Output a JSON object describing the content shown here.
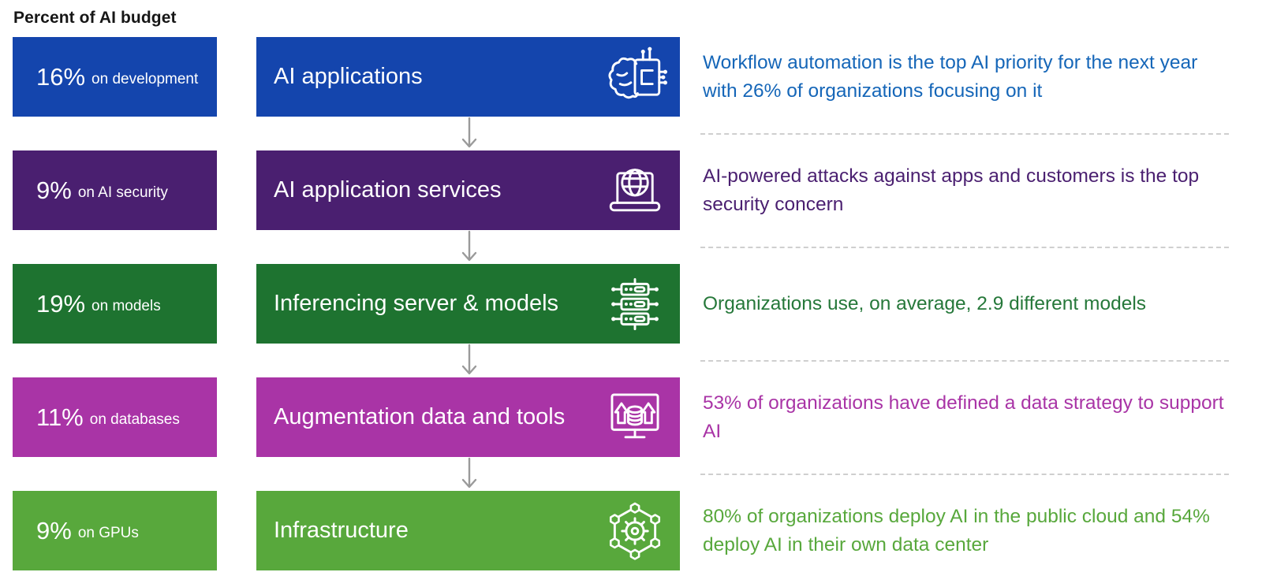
{
  "header": {
    "title": "Percent of AI budget"
  },
  "palette": {
    "arrow_gray": "#9a9a9a",
    "separator_gray": "#cfcfcf",
    "title_black": "#161616"
  },
  "rows": [
    {
      "percent": "16%",
      "percent_label": "on development",
      "layer_label": "AI applications",
      "icon": "brain-circuit-icon",
      "finding": "Workflow automation is the top AI priority for the next year with 26% of organizations focusing on it",
      "box_color": "#1445ad",
      "text_color": "#1566b8"
    },
    {
      "percent": "9%",
      "percent_label": "on AI security",
      "layer_label": "AI application services",
      "icon": "laptop-globe-icon",
      "finding": "AI-powered attacks against apps and customers is the top security concern",
      "box_color": "#4a1f70",
      "text_color": "#4a1f70"
    },
    {
      "percent": "19%",
      "percent_label": "on models",
      "layer_label": "Inferencing server & models",
      "icon": "server-circuit-icon",
      "finding": "Organizations use, on average, 2.9 different models",
      "box_color": "#1e7330",
      "text_color": "#26783a"
    },
    {
      "percent": "11%",
      "percent_label": "on databases",
      "layer_label": "Augmentation data and tools",
      "icon": "data-growth-monitor-icon",
      "finding": "53% of organizations have defined a data strategy to support AI",
      "box_color": "#a934a6",
      "text_color": "#a934a6"
    },
    {
      "percent": "9%",
      "percent_label": "on GPUs",
      "layer_label": "Infrastructure",
      "icon": "hexagon-gear-network-icon",
      "finding": "80% of organizations deploy AI in the public cloud and 54% deploy AI in their own data center",
      "box_color": "#58a83c",
      "text_color": "#58a83c"
    }
  ]
}
